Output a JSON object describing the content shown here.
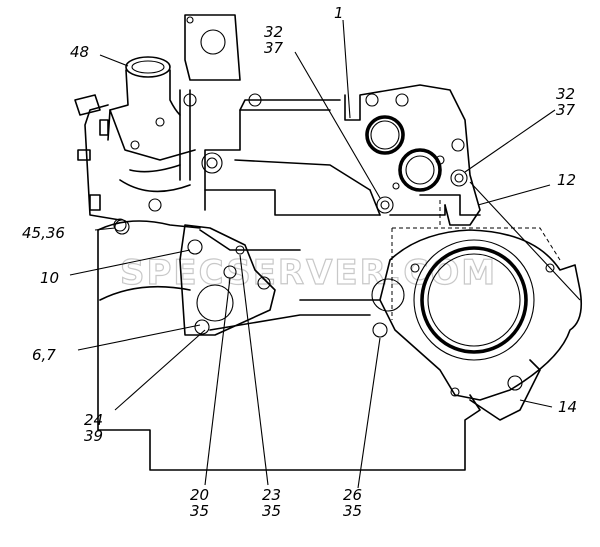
{
  "watermark": "SPECSERVER.COM",
  "labels": {
    "l1": "1",
    "l32a_top": "32",
    "l32a_bot": "37",
    "l32b_top": "32",
    "l32b_bot": "37",
    "l48": "48",
    "l12": "12",
    "l45": "45,36",
    "l10": "10",
    "l67": "6,7",
    "l14": "14",
    "l24_top": "24",
    "l24_bot": "39",
    "l20_top": "20",
    "l20_bot": "35",
    "l23_top": "23",
    "l23_bot": "35",
    "l26_top": "26",
    "l26_bot": "35"
  }
}
